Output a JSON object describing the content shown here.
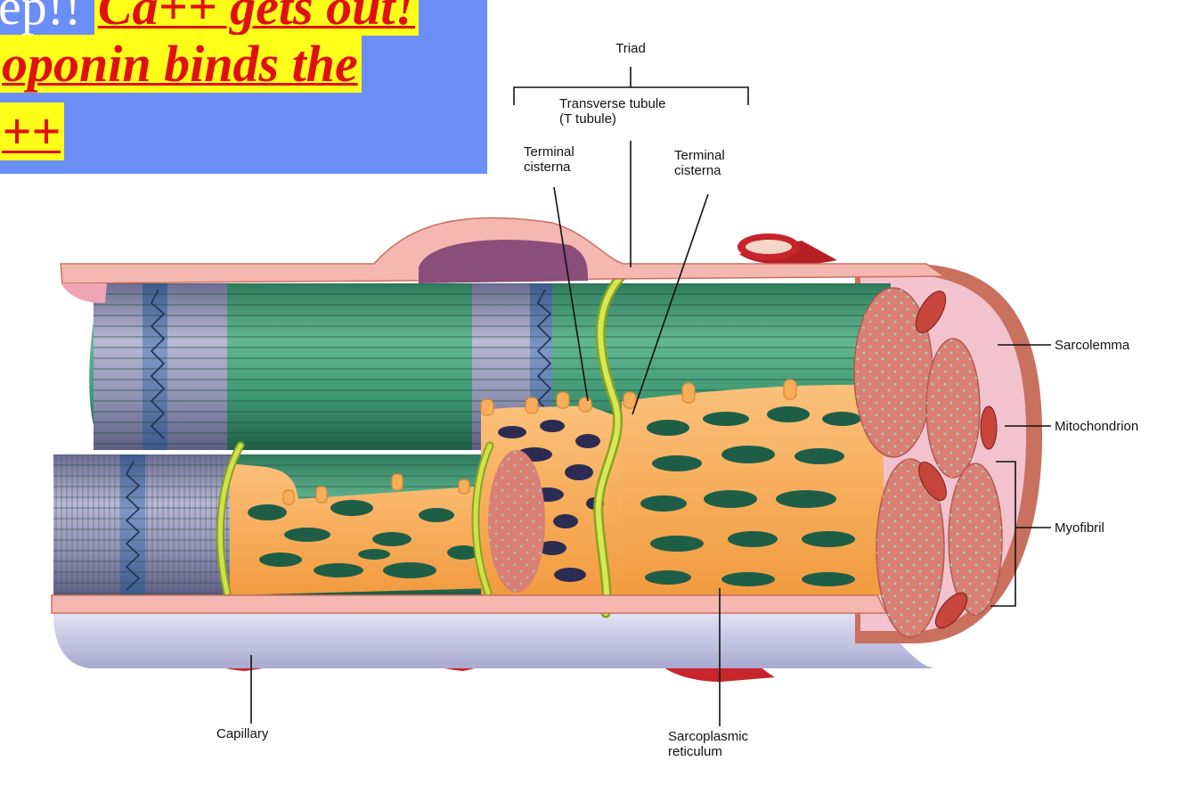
{
  "slide": {
    "line1_prefix": "ep!!",
    "line1_highlight": "Ca++ gets out!",
    "line2_highlight": "oponin binds the",
    "line3_highlight": "++"
  },
  "labels": {
    "triad": "Triad",
    "transverse_tubule": "Transverse tubule\n(T tubule)",
    "terminal_cisterna_left": "Terminal\ncisterna",
    "terminal_cisterna_right": "Terminal\ncisterna",
    "sarcolemma": "Sarcolemma",
    "mitochondrion": "Mitochondrion",
    "myofibril": "Myofibril",
    "capillary": "Capillary",
    "sarcoplasmic_reticulum": "Sarcoplasmic\nreticulum"
  },
  "colors": {
    "slide_background": "#6b8ef7",
    "highlight_yellow": "#ffff1a",
    "highlight_text_red": "#e01010",
    "sarcolemma_pink": "#f3b5ad",
    "myofibril_green": "#3f9b78",
    "myofibril_gray": "#8f8fb1",
    "sr_orange": "#f7ad5a",
    "t_tubule_yellow_green": "#c9dd49",
    "capillary_red": "#c8242b",
    "myofibril_cross_section": "#d97f74"
  }
}
